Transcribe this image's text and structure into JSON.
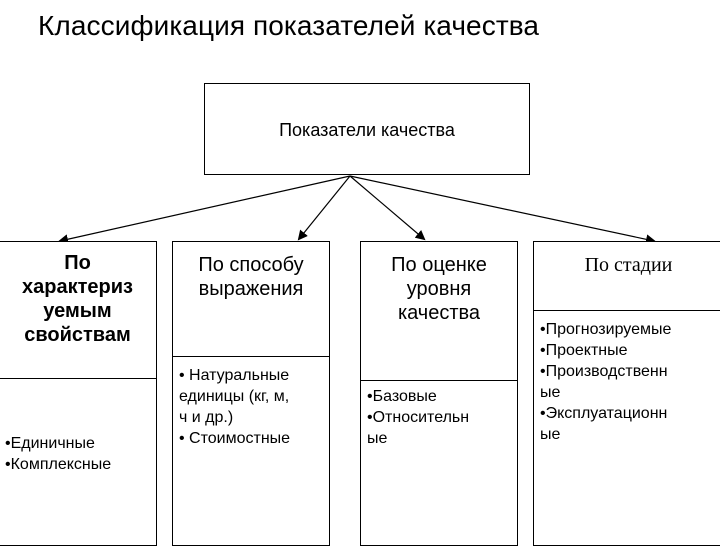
{
  "title": "Классификация показателей качества",
  "root": {
    "label": "Показатели качества"
  },
  "columns": [
    {
      "heading": [
        "По",
        "характериз",
        "уемым",
        "свойствам"
      ],
      "items": [
        "•Единичные",
        "•Комплексные"
      ]
    },
    {
      "heading": [
        "По способу",
        "выражения"
      ],
      "items": [
        "• Натуральные",
        "единицы (кг, м,",
        "ч и др.)",
        "• Стоимостные"
      ]
    },
    {
      "heading": [
        "По оценке",
        "уровня",
        "качества"
      ],
      "items": [
        "•Базовые",
        "•Относительн",
        "ые"
      ]
    },
    {
      "heading": [
        "По стадии"
      ],
      "items": [
        "•Прогнозируемые",
        "•Проектные",
        "•Производственн",
        "ые",
        "•Эксплуатационн",
        "ые"
      ]
    }
  ]
}
